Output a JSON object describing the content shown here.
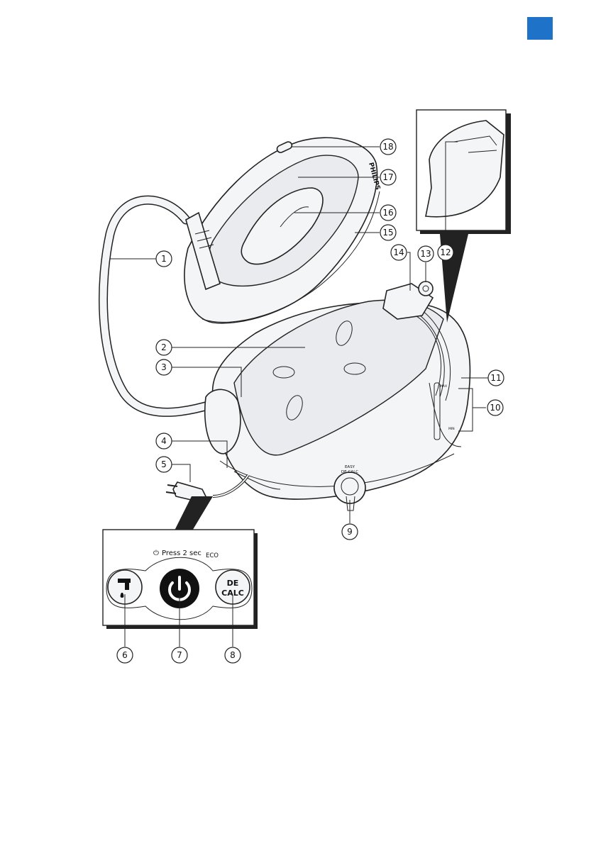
{
  "corner_marker": {
    "color": "#1e73c8"
  },
  "brand_text": "PHILIPS",
  "control_panel": {
    "caption": "Press 2 sec",
    "caption_eco": "ECO",
    "buttons": [
      {
        "icon": "water-tap-icon"
      },
      {
        "icon": "power-icon"
      },
      {
        "label_line1": "DE",
        "label_line2": "CALC"
      }
    ]
  },
  "knob_label_line1": "EASY",
  "knob_label_line2": "DE-CALC",
  "level_marks": {
    "max": "MAX",
    "min": "MIN"
  },
  "callouts": [
    "1",
    "2",
    "3",
    "4",
    "5",
    "6",
    "7",
    "8",
    "9",
    "10",
    "11",
    "12",
    "13",
    "14",
    "15",
    "16",
    "17",
    "18"
  ]
}
